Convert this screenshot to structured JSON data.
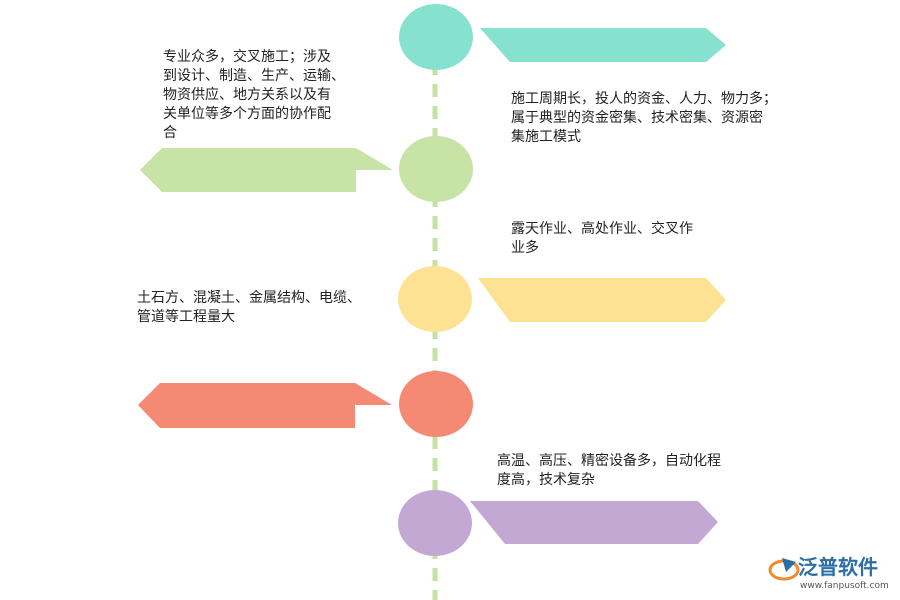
{
  "colors": {
    "spine": "#c6e2a3",
    "teal": "#86e2cf",
    "green": "#c7e3a6",
    "yellow": "#fde294",
    "salmon": "#f48a73",
    "purple": "#c3a8d3",
    "text": "#222222",
    "logo_blue": "#2c6ea6",
    "logo_orange": "#f28a2e"
  },
  "items": [
    {
      "color": "teal",
      "text": "施工周期长，投人的资金、人力、物力多；\n属于典型的资金密集、技术密集、资源密\n集施工模式"
    },
    {
      "color": "green",
      "text": "专业众多，交叉施工；涉及\n到设计、制造、生产、运输、\n物资供应、地方关系以及有\n关单位等多个方面的协作配\n合"
    },
    {
      "color": "yellow",
      "text": "露天作业、高处作业、交叉作\n业多"
    },
    {
      "color": "salmon",
      "text": "土石方、混凝土、金属结构、电缆、\n管道等工程量大"
    },
    {
      "color": "purple",
      "text": "高温、高压、精密设备多，自动化程\n度高，技术复杂"
    }
  ],
  "logo": {
    "name": "泛普软件",
    "url": "www.fanpusoft.com",
    "icon": "fanpu-logo-icon"
  }
}
